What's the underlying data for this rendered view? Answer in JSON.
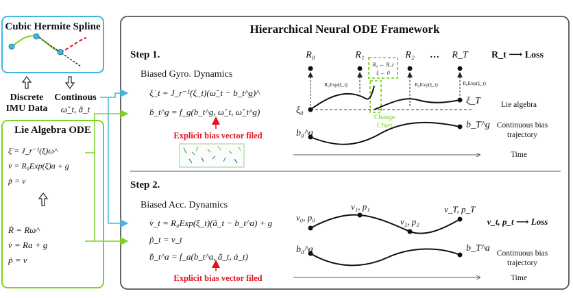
{
  "spline_box": {
    "title": "Cubic Hermite Spline"
  },
  "imu": {
    "discrete_label": "Discrete",
    "discrete_label2": "IMU Data",
    "continuous_label": "Continous",
    "continuous_vars": "ω̃_t, ã_t"
  },
  "lie_box": {
    "title": "Lie Algebra ODE",
    "eq1": "ξ̇ = J_r⁻¹(ξ)ω^",
    "eq2": "v̇ = R₀Exp(ξ)a + g",
    "eq3": "ṗ = v",
    "eq4": "Ṙ = Rω^",
    "eq5": "v̇ = Ra + g",
    "eq6": "ṗ = v"
  },
  "framework": {
    "title": "Hierarchical Neural ODE Framework",
    "step1": {
      "label": "Step 1.",
      "subtitle": "Biased Gyro. Dynamics",
      "eq1": "ξ̇_t = J_r⁻¹(ξ_t)(ω̃_t − b_t^g)^",
      "eq2": "ḃ_t^g = f_g(b_t^g, ω̃_t, ω̃̇_t^g)",
      "explicit": "Explicit bias vector filed",
      "rotation_labels": [
        "R₀",
        "R₁",
        "R₂",
        "…",
        "R_T"
      ],
      "loss_text": "R_t ⟶ Loss",
      "exp_label": "R₀Exp(ξ_t)",
      "reset1": "R₀ ← R_t",
      "reset2": "ξ ← 0",
      "change_chart": "Change",
      "change_chart2": "Chart",
      "xi0": "ξ₀",
      "xiT": "ξ_T",
      "b0g": "b₀^g",
      "bTg": "b_T^g",
      "lie_algebra": "Lie algebra",
      "cont_bias1": "Continuous bias",
      "cont_bias2": "trajectory",
      "time": "Time"
    },
    "step2": {
      "label": "Step 2.",
      "subtitle": "Biased Acc. Dynamics",
      "eq1": "v̇_t = R₀Exp(ξ_t)(ã_t − b_t^a) + g",
      "eq2": "ṗ_t = v_t",
      "eq3": "ḃ_t^a = f_a(b_t^a, ã_t, ȧ_t)",
      "explicit": "Explicit bias vector filed",
      "v0p0": "v₀, p₀",
      "v1p1": "v₁, p₁",
      "v2p2": "v₂, p₂",
      "vTpT": "v_T, p_T",
      "loss_text": "v_t, p_t ⟶ Loss",
      "b0a": "b₀^a",
      "bTa": "b_T^a",
      "cont_bias1": "Continuous bias",
      "cont_bias2": "trajectory",
      "time": "Time"
    }
  },
  "colors": {
    "cyan": "#3fb7e6",
    "green": "#7ed321",
    "red": "#e0141e"
  }
}
